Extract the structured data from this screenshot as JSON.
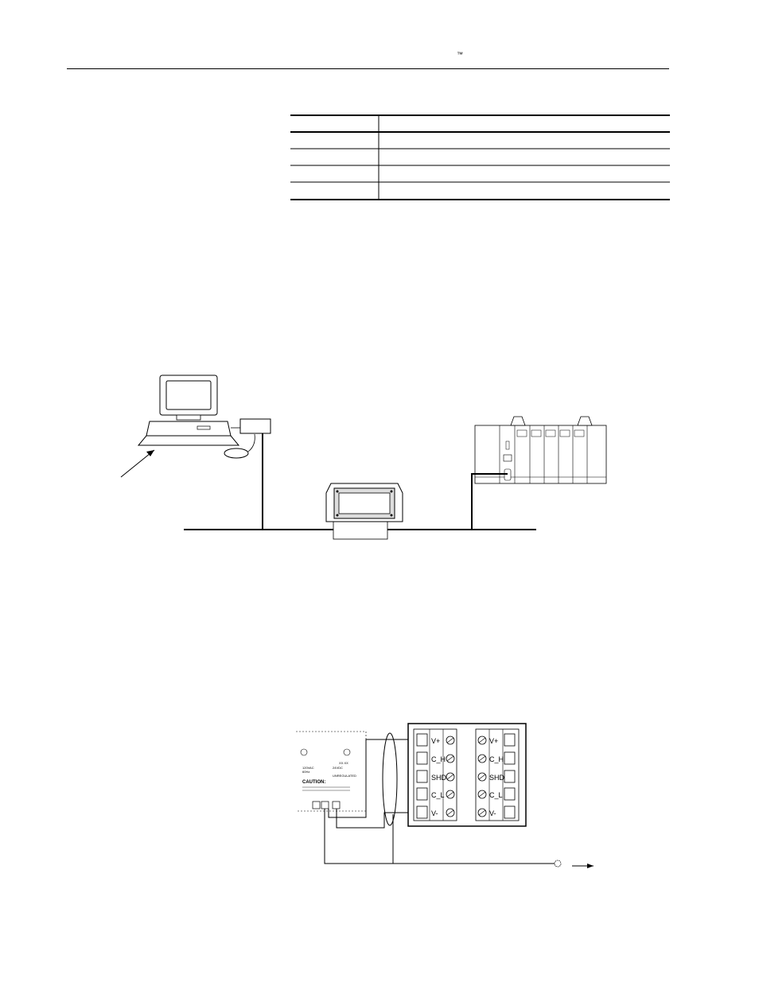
{
  "header": {
    "trademark": "™"
  },
  "table": {
    "rows": 4
  },
  "terminal_block": {
    "left_labels": [
      "V+",
      "C_H",
      "SHD",
      "C_L",
      "V-"
    ],
    "right_labels": [
      "V+",
      "C_H",
      "SHD",
      "C_L",
      "V-"
    ]
  },
  "power_supply": {
    "caution_text": "CAUTION:",
    "labels": [
      "120VAC",
      "60Hz",
      "24VDC",
      "XX.XX",
      "UNREGULATED"
    ]
  }
}
